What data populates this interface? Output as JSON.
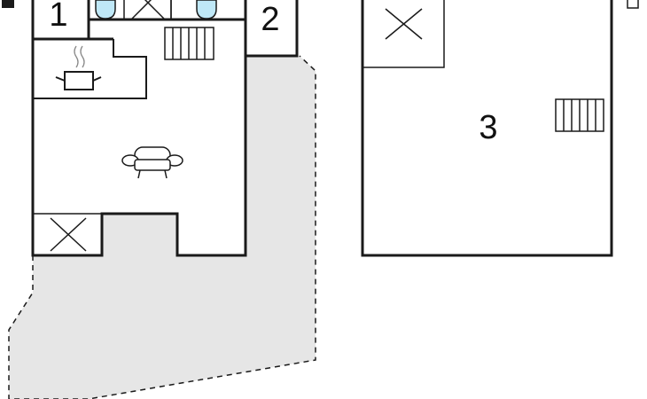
{
  "floorplan": {
    "rooms": [
      {
        "number": "1"
      },
      {
        "number": "2"
      },
      {
        "number": "3"
      }
    ],
    "colors": {
      "wall": "#1a1a1a",
      "terrace_fill": "#e6e6e6",
      "water_blue": "#bfe8f7",
      "background": "#ffffff"
    },
    "icons": [
      "shower-icon",
      "skylight-x-icon",
      "stairs-icon",
      "stove-pot-icon",
      "armchair-icon",
      "radiator-icon"
    ]
  }
}
